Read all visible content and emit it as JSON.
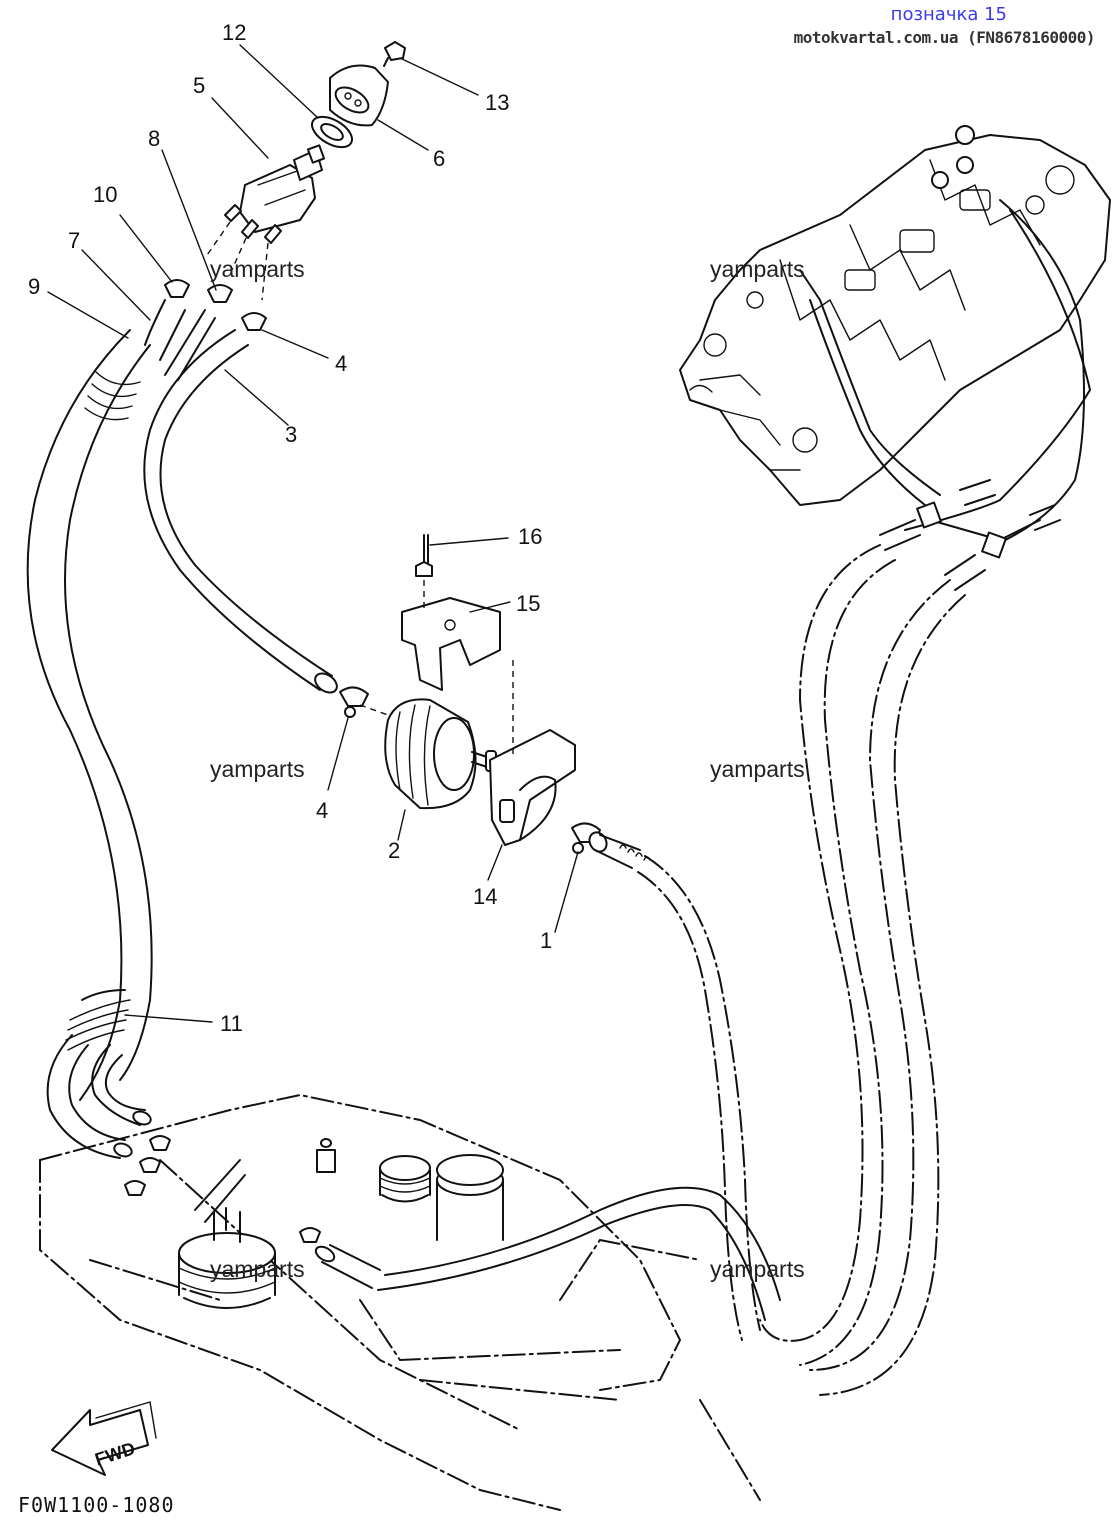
{
  "header": {
    "title": "позначка 15",
    "source": "motokvartal.com.ua (FN8678160000)"
  },
  "diagram": {
    "code": "F0W1100-1080",
    "fwd_label": "FWD",
    "watermark": "yamparts",
    "callouts": [
      "1",
      "2",
      "3",
      "4",
      "4",
      "5",
      "6",
      "7",
      "8",
      "9",
      "10",
      "11",
      "12",
      "13",
      "14",
      "15",
      "16"
    ]
  }
}
